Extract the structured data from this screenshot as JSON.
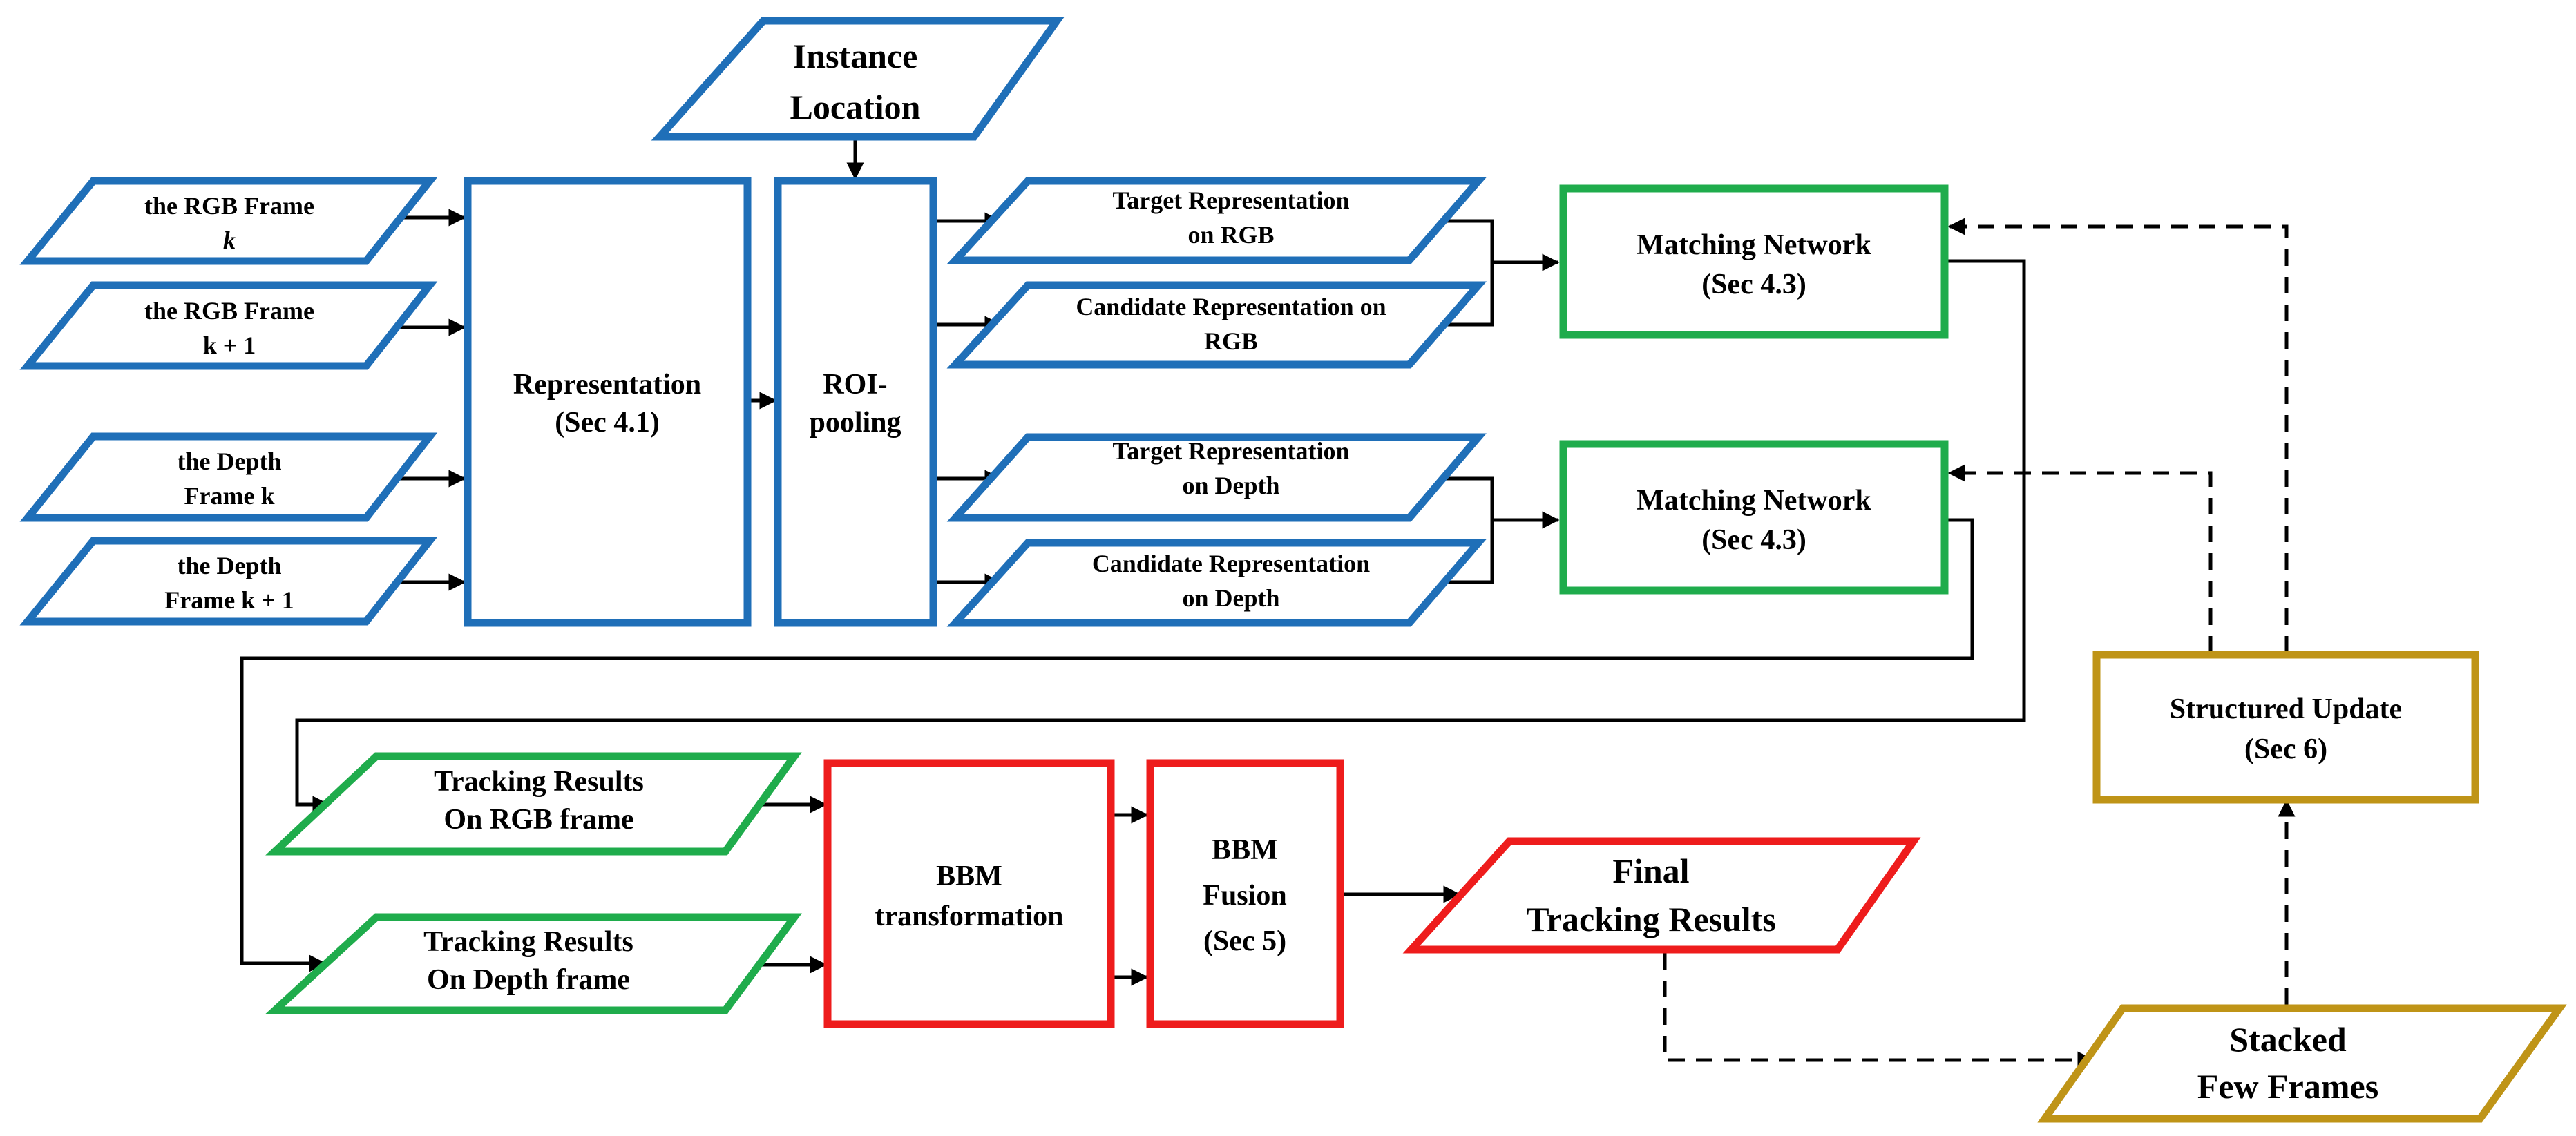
{
  "nodes": {
    "instance_location": [
      "Instance",
      "Location"
    ],
    "rgb_frame_k": [
      "the RGB Frame",
      "k"
    ],
    "rgb_frame_k1": [
      "the RGB Frame",
      "k + 1"
    ],
    "depth_frame_k": [
      "the Depth",
      "Frame k"
    ],
    "depth_frame_k1": [
      "the Depth",
      "Frame k + 1"
    ],
    "representation": [
      "Representation",
      "(Sec 4.1)"
    ],
    "roi_pooling": [
      "ROI-",
      "pooling"
    ],
    "target_rgb": [
      "Target Representation",
      "on RGB"
    ],
    "candidate_rgb": [
      "Candidate Representation on",
      "RGB"
    ],
    "target_depth": [
      "Target Representation",
      "on Depth"
    ],
    "candidate_depth": [
      "Candidate Representation",
      "on Depth"
    ],
    "matching_rgb": [
      "Matching Network",
      "(Sec 4.3)"
    ],
    "matching_depth": [
      "Matching Network",
      "(Sec 4.3)"
    ],
    "tracking_rgb": [
      "Tracking Results",
      "On RGB frame"
    ],
    "tracking_depth": [
      "Tracking Results",
      "On Depth frame"
    ],
    "bbm_transformation": [
      "BBM",
      "transformation"
    ],
    "bbm_fusion": [
      "BBM",
      "Fusion",
      "(Sec 5)"
    ],
    "final_results": [
      "Final",
      "Tracking Results"
    ],
    "structured_update": [
      "Structured Update",
      "(Sec 6)"
    ],
    "stacked_frames": [
      "Stacked",
      "Few Frames"
    ]
  },
  "colors": {
    "input_border": "#1f6fb8",
    "match_border": "#1fac4c",
    "fusion_border": "#ee1c1c",
    "update_border": "#bf9417",
    "arrow": "#000000"
  }
}
